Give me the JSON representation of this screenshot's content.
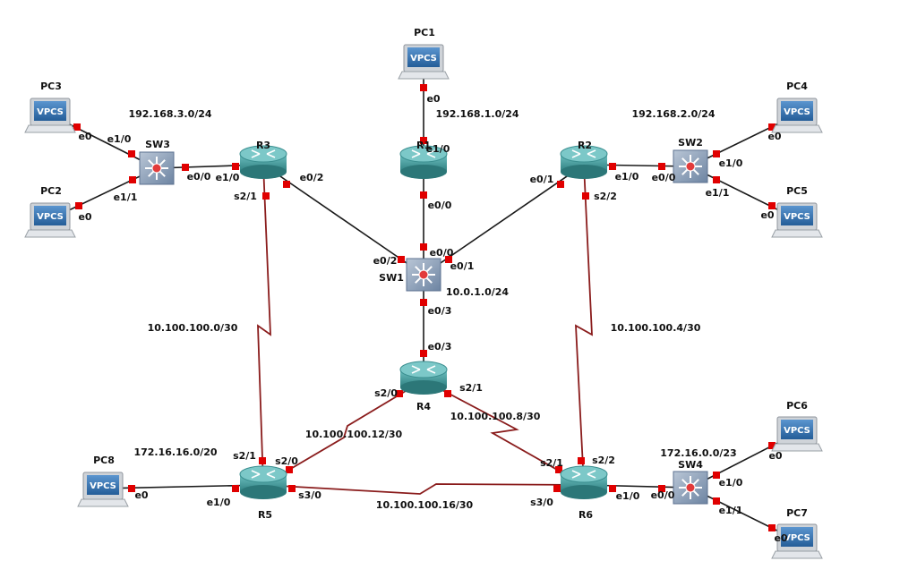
{
  "colors": {
    "ethernet_link": "#1a1a1a",
    "serial_link": "#8a1c1c",
    "port_dot": "#e00000",
    "router_body": "#3f9c9c",
    "router_top": "#7cc8c8",
    "switch_body": "#8ea3bd",
    "switch_hub": "#e23b3b",
    "pc_screen": "#2f6fae",
    "pc_frame": "#cfd3d8"
  },
  "icons": {
    "router": "router-icon",
    "switch": "multilayer-switch-icon",
    "pc": "vpcs-pc-icon"
  },
  "pc_badge": "VPCS",
  "nodes": [
    {
      "id": "PC1",
      "label": "PC1",
      "kind": "pc"
    },
    {
      "id": "PC2",
      "label": "PC2",
      "kind": "pc"
    },
    {
      "id": "PC3",
      "label": "PC3",
      "kind": "pc"
    },
    {
      "id": "PC4",
      "label": "PC4",
      "kind": "pc"
    },
    {
      "id": "PC5",
      "label": "PC5",
      "kind": "pc"
    },
    {
      "id": "PC6",
      "label": "PC6",
      "kind": "pc"
    },
    {
      "id": "PC7",
      "label": "PC7",
      "kind": "pc"
    },
    {
      "id": "PC8",
      "label": "PC8",
      "kind": "pc"
    },
    {
      "id": "R1",
      "label": "R1",
      "kind": "router"
    },
    {
      "id": "R2",
      "label": "R2",
      "kind": "router"
    },
    {
      "id": "R3",
      "label": "R3",
      "kind": "router"
    },
    {
      "id": "R4",
      "label": "R4",
      "kind": "router"
    },
    {
      "id": "R5",
      "label": "R5",
      "kind": "router"
    },
    {
      "id": "R6",
      "label": "R6",
      "kind": "router"
    },
    {
      "id": "SW1",
      "label": "SW1",
      "kind": "switch"
    },
    {
      "id": "SW2",
      "label": "SW2",
      "kind": "switch"
    },
    {
      "id": "SW3",
      "label": "SW3",
      "kind": "switch"
    },
    {
      "id": "SW4",
      "label": "SW4",
      "kind": "switch"
    }
  ],
  "links": [
    {
      "a": "PC1",
      "a_if": "e0",
      "b": "R1",
      "b_if": "e1/0",
      "type": "ethernet"
    },
    {
      "a": "R1",
      "a_if": "e0/0",
      "b": "SW1",
      "b_if": "e0/0",
      "type": "ethernet"
    },
    {
      "a": "PC3",
      "a_if": "e0",
      "b": "SW3",
      "b_if": "e1/0",
      "type": "ethernet"
    },
    {
      "a": "PC2",
      "a_if": "e0",
      "b": "SW3",
      "b_if": "e1/1",
      "type": "ethernet"
    },
    {
      "a": "SW3",
      "a_if": "e0/0",
      "b": "R3",
      "b_if": "e1/0",
      "type": "ethernet"
    },
    {
      "a": "R3",
      "a_if": "e0/2",
      "b": "SW1",
      "b_if": "e0/2",
      "type": "ethernet"
    },
    {
      "a": "R2",
      "a_if": "e0/1",
      "b": "SW1",
      "b_if": "e0/1",
      "type": "ethernet"
    },
    {
      "a": "R2",
      "a_if": "e1/0",
      "b": "SW2",
      "b_if": "e0/0",
      "type": "ethernet"
    },
    {
      "a": "SW2",
      "a_if": "e1/0",
      "b": "PC4",
      "b_if": "e0",
      "type": "ethernet"
    },
    {
      "a": "SW2",
      "a_if": "e1/1",
      "b": "PC5",
      "b_if": "e0",
      "type": "ethernet"
    },
    {
      "a": "SW1",
      "a_if": "e0/3",
      "b": "R4",
      "b_if": "e0/3",
      "type": "ethernet"
    },
    {
      "a": "R3",
      "a_if": "s2/1",
      "b": "R5",
      "b_if": "s2/1",
      "type": "serial"
    },
    {
      "a": "R2",
      "a_if": "s2/2",
      "b": "R6",
      "b_if": "s2/2",
      "type": "serial"
    },
    {
      "a": "R4",
      "a_if": "s2/0",
      "b": "R5",
      "b_if": "s2/0",
      "type": "serial"
    },
    {
      "a": "R4",
      "a_if": "s2/1",
      "b": "R6",
      "b_if": "s2/1",
      "type": "serial"
    },
    {
      "a": "R5",
      "a_if": "s3/0",
      "b": "R6",
      "b_if": "s3/0",
      "type": "serial"
    },
    {
      "a": "PC8",
      "a_if": "e0",
      "b": "R5",
      "b_if": "e1/0",
      "type": "ethernet"
    },
    {
      "a": "R6",
      "a_if": "e1/0",
      "b": "SW4",
      "b_if": "e0/0",
      "type": "ethernet"
    },
    {
      "a": "SW4",
      "a_if": "e1/0",
      "b": "PC6",
      "b_if": "e0",
      "type": "ethernet"
    },
    {
      "a": "SW4",
      "a_if": "e1/1",
      "b": "PC7",
      "b_if": "e0",
      "type": "ethernet"
    }
  ],
  "subnets": [
    "192.168.3.0/24",
    "192.168.1.0/24",
    "192.168.2.0/24",
    "10.0.1.0/24",
    "10.100.100.0/30",
    "10.100.100.4/30",
    "10.100.100.12/30",
    "10.100.100.8/30",
    "10.100.100.16/30",
    "172.16.16.0/20",
    "172.16.0.0/23"
  ]
}
